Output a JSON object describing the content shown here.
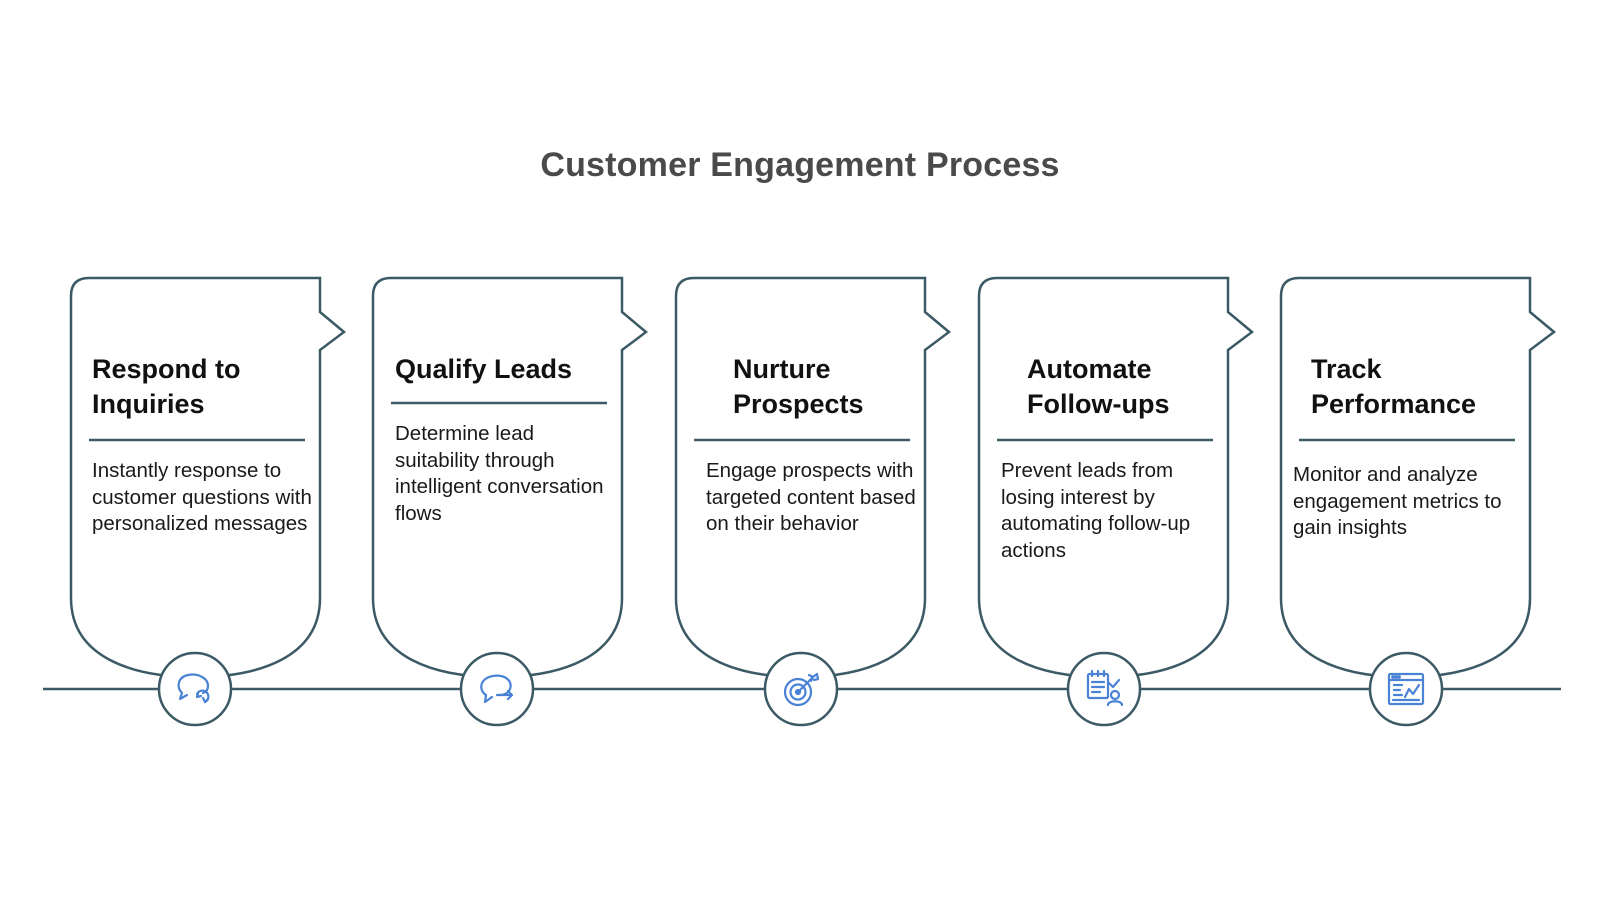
{
  "title": "Customer Engagement Process",
  "colors": {
    "outline": "#3c5a66",
    "icon": "#4a82d6",
    "background": "#ffffff"
  },
  "steps": [
    {
      "heading": "Respond to\nInquiries",
      "description": "Instantly response to customer questions with personalized messages",
      "icon": "chat-refresh-icon"
    },
    {
      "heading": "Qualify Leads",
      "description": "Determine lead suitability through intelligent conversation flows",
      "icon": "chat-forward-icon"
    },
    {
      "heading": "Nurture\nProspects",
      "description": "Engage prospects with targeted content based on their behavior",
      "icon": "target-icon"
    },
    {
      "heading": "Automate\nFollow-ups",
      "description": "Prevent leads from losing interest by automating follow-up actions",
      "icon": "checklist-user-icon"
    },
    {
      "heading": "Track\nPerformance",
      "description": "Monitor and analyze engagement metrics to gain insights",
      "icon": "analytics-dashboard-icon"
    }
  ]
}
